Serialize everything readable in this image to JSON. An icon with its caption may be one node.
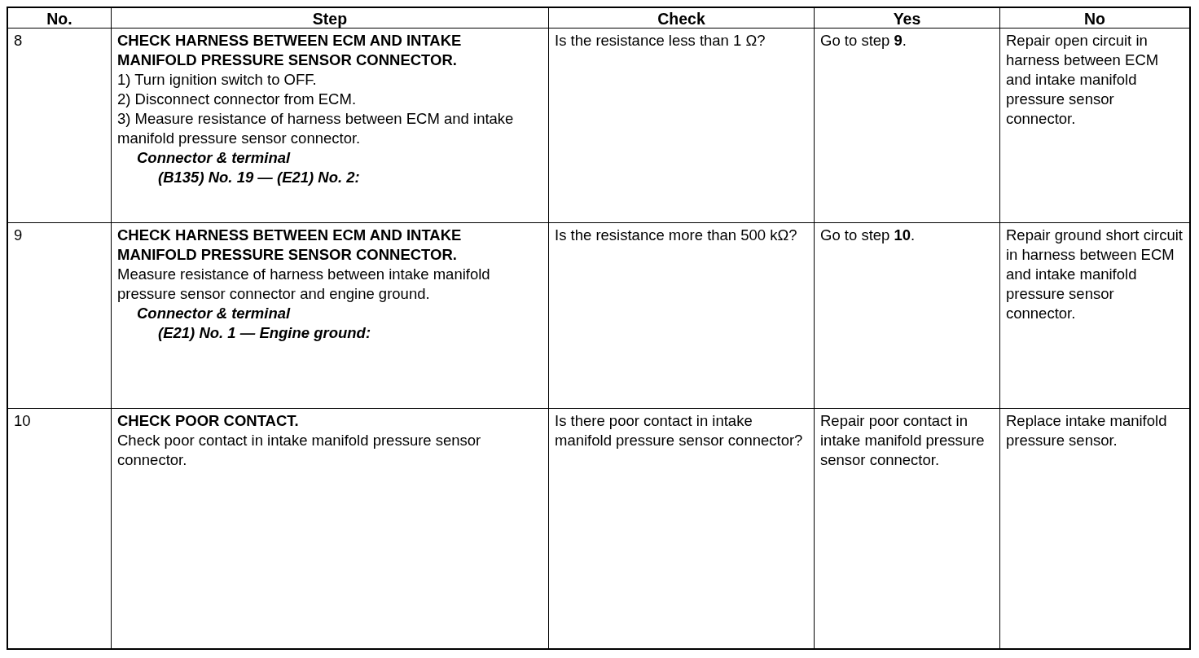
{
  "diagram": {
    "labels": [
      "No.",
      "Step",
      "Check",
      "Yes",
      "No",
      "8",
      "CHECK HARNESS BETWEEN ECM AND INTAKE MANIFOLD PRESSURE SENSOR CONNECTOR.",
      "1) Turn ignition switch to OFF.",
      "2) Disconnect connector from ECM.",
      "3) Measure resistance of harness between ECM and intake manifold pressure sensor connector.",
      "Connector & terminal",
      "(B135) No. 19 — (E21) No. 2:",
      "Is the resistance less than 1 Ω?",
      "Go to step **9**.",
      "Repair open circuit in harness between ECM and intake manifold pressure sensor connector.",
      "9",
      "CHECK HARNESS BETWEEN ECM AND INTAKE MANIFOLD PRESSURE SENSOR CONNECTOR.",
      "Measure resistance of harness between intake manifold pressure sensor connector and engine ground.",
      "Connector & terminal",
      "(E21) No. 1 — Engine ground:",
      "Is the resistance more than 500 kΩ?",
      "Go to step **10**.",
      "Repair ground short circuit in harness between ECM and intake manifold pressure sensor connector.",
      "10",
      "CHECK POOR CONTACT.",
      "Check poor contact in intake manifold pressure sensor connector.",
      "Is there poor contact in intake manifold pressure sensor connector?",
      "Repair poor contact in intake manifold pressure sensor connector.",
      "Replace intake manifold pressure sensor."
    ]
  }
}
